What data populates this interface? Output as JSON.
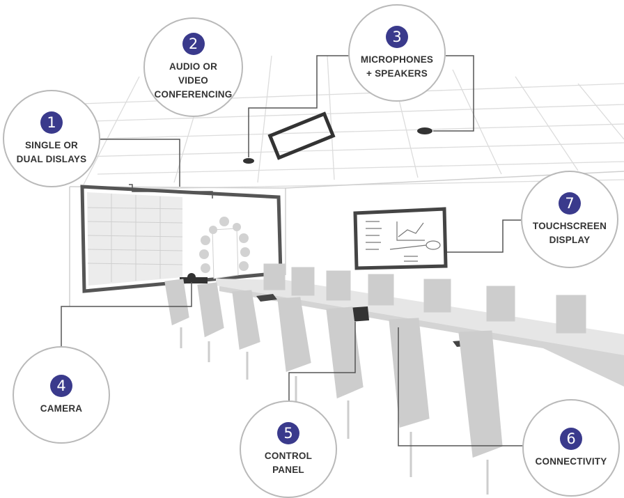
{
  "colors": {
    "badge": "#3a3a8c",
    "outline": "#555555",
    "furniture": "#c8c8c8",
    "ceiling_grid": "#d6d6d6"
  },
  "callouts": [
    {
      "number": "1",
      "label": "SINGLE OR\nDUAL DISLAYS"
    },
    {
      "number": "2",
      "label": "AUDIO OR\nVIDEO\nCONFERENCING"
    },
    {
      "number": "3",
      "label": "MICROPHONES\n+ SPEAKERS"
    },
    {
      "number": "4",
      "label": "CAMERA"
    },
    {
      "number": "5",
      "label": "CONTROL\nPANEL"
    },
    {
      "number": "6",
      "label": "CONNECTIVITY"
    },
    {
      "number": "7",
      "label": "TOUCHSCREEN\nDISPLAY"
    }
  ]
}
